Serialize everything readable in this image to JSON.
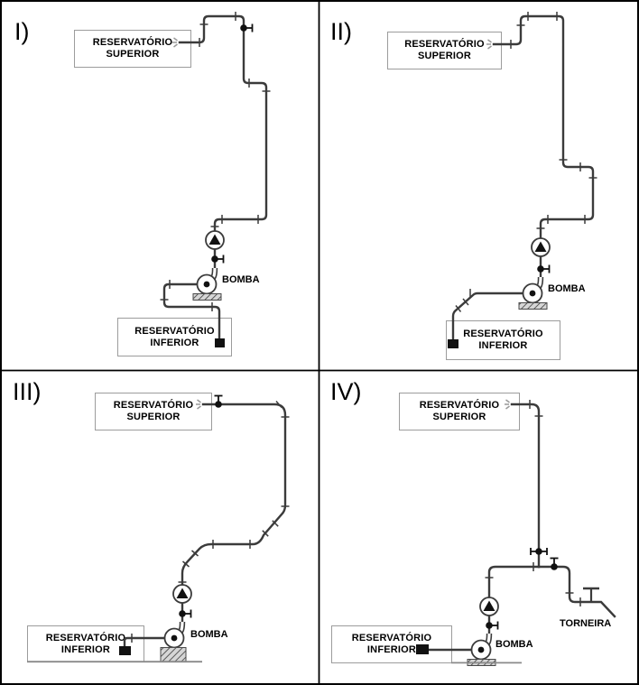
{
  "colors": {
    "background": "#ffffff",
    "pipe": "#3b3b3b",
    "box_border": "#9c9c9c",
    "label_text": "#000000",
    "divider": "#000000"
  },
  "quadrants": [
    {
      "label": "I)",
      "upper_reservoir": {
        "line1": "RESERVATÓRIO",
        "line2": "SUPERIOR"
      },
      "lower_reservoir": {
        "line1": "RESERVATÓRIO",
        "line2": "INFERIOR"
      },
      "pump_label": "BOMBA",
      "components": [
        "upper-reservoir",
        "inflow-spray",
        "gate-valve-on-downcomer",
        "pipe-unions",
        "check-valve",
        "pump-discharge-valve",
        "centrifugal-pump",
        "hatched-pump-base",
        "suction-strainer",
        "lower-reservoir"
      ]
    },
    {
      "label": "II)",
      "upper_reservoir": {
        "line1": "RESERVATÓRIO",
        "line2": "SUPERIOR"
      },
      "lower_reservoir": {
        "line1": "RESERVATÓRIO",
        "line2": "INFERIOR"
      },
      "pump_label": "BOMBA",
      "components": [
        "upper-reservoir",
        "inflow-spray",
        "pipe-unions",
        "check-valve",
        "pump-discharge-valve",
        "centrifugal-pump",
        "hatched-pump-base",
        "suction-strainer",
        "lower-reservoir"
      ]
    },
    {
      "label": "III)",
      "upper_reservoir": {
        "line1": "RESERVATÓRIO",
        "line2": "SUPERIOR"
      },
      "lower_reservoir": {
        "line1": "RESERVATÓRIO",
        "line2": "INFERIOR"
      },
      "pump_label": "BOMBA",
      "components": [
        "upper-reservoir",
        "inflow-spray",
        "reservoir-outlet-valve",
        "pipe-unions",
        "check-valve",
        "pump-discharge-valve",
        "centrifugal-pump",
        "hatched-pedestal",
        "ground-line",
        "suction-strainer",
        "lower-reservoir"
      ]
    },
    {
      "label": "IV)",
      "upper_reservoir": {
        "line1": "RESERVATÓRIO",
        "line2": "SUPERIOR"
      },
      "lower_reservoir": {
        "line1": "RESERVATÓRIO",
        "line2": "INFERIOR"
      },
      "pump_label": "BOMBA",
      "faucet_label": "TORNEIRA",
      "components": [
        "upper-reservoir",
        "inflow-spray",
        "downcomer-valve",
        "tee-branch-valve",
        "faucet",
        "pipe-unions",
        "check-valve",
        "pump-discharge-valve",
        "centrifugal-pump",
        "hatched-pump-base",
        "ground-line",
        "suction-strainer",
        "lower-reservoir"
      ]
    }
  ]
}
